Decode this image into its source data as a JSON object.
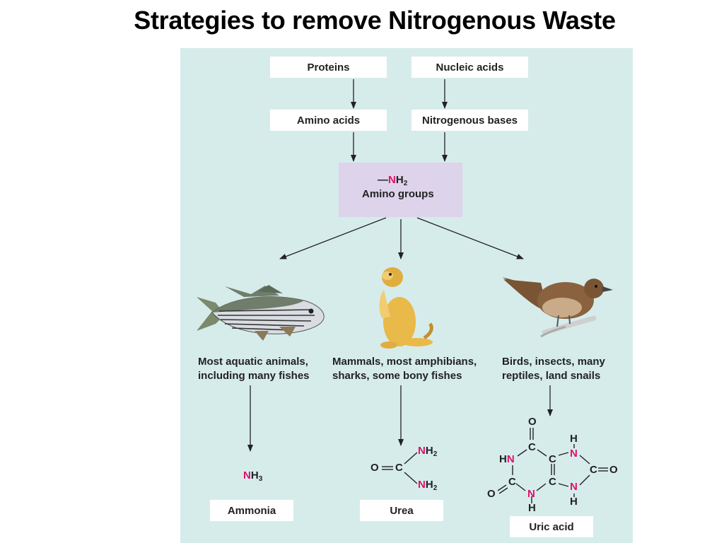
{
  "title": "Strategies to remove Nitrogenous Waste",
  "sources": {
    "proteins": "Proteins",
    "nucleic_acids": "Nucleic acids"
  },
  "intermediates": {
    "amino_acids": "Amino acids",
    "nitrogenous_bases": "Nitrogenous bases"
  },
  "amino_group": {
    "dash": "—",
    "n": "N",
    "h": "H",
    "sub2": "2",
    "label": "Amino groups"
  },
  "groups": {
    "aquatic": {
      "line1": "Most aquatic animals,",
      "line2": "including many fishes"
    },
    "mammals": {
      "line1": "Mammals, most amphibians,",
      "line2": "sharks, some bony fishes"
    },
    "birds": {
      "line1": "Birds, insects, many",
      "line2": "reptiles, land snails"
    }
  },
  "products": {
    "ammonia": "Ammonia",
    "urea": "Urea",
    "uric_acid": "Uric acid"
  },
  "atoms": {
    "N": "N",
    "H": "H",
    "C": "C",
    "O": "O",
    "sub2": "2",
    "sub3": "3",
    "eq": "═"
  },
  "colors": {
    "panel": "#d6eceb",
    "amino_box": "#ddd3ea",
    "nitrogen": "#e0106a"
  },
  "icons": {
    "fish": "striped-bass-illustration",
    "mammal": "prairie-dog-illustration",
    "bird": "wren-illustration"
  }
}
